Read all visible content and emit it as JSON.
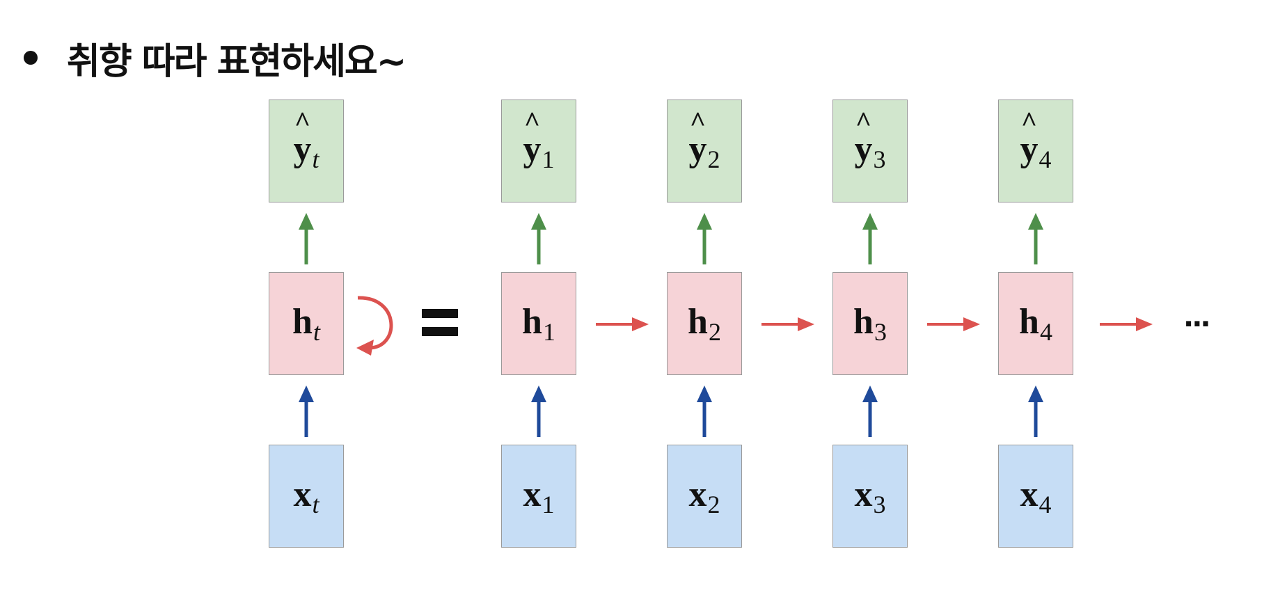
{
  "bullet": {
    "text": "취향 따라 표현하세요~"
  },
  "diagram": {
    "rolled": {
      "output": {
        "base": "y",
        "sub": "t"
      },
      "hidden": {
        "base": "h",
        "sub": "t"
      },
      "input": {
        "base": "x",
        "sub": "t"
      }
    },
    "equals_symbol": "=",
    "unrolled": [
      {
        "output": {
          "base": "y",
          "sub": "1"
        },
        "hidden": {
          "base": "h",
          "sub": "1"
        },
        "input": {
          "base": "x",
          "sub": "1"
        }
      },
      {
        "output": {
          "base": "y",
          "sub": "2"
        },
        "hidden": {
          "base": "h",
          "sub": "2"
        },
        "input": {
          "base": "x",
          "sub": "2"
        }
      },
      {
        "output": {
          "base": "y",
          "sub": "3"
        },
        "hidden": {
          "base": "h",
          "sub": "3"
        },
        "input": {
          "base": "x",
          "sub": "3"
        }
      },
      {
        "output": {
          "base": "y",
          "sub": "4"
        },
        "hidden": {
          "base": "h",
          "sub": "4"
        },
        "input": {
          "base": "x",
          "sub": "4"
        }
      }
    ],
    "continuation": "···",
    "hat_glyph": "^",
    "colors": {
      "output_fill": "#d1e6cd",
      "hidden_fill": "#f6d3d7",
      "input_fill": "#c6ddf5",
      "border": "#9a9a9a",
      "output_arrow": "#4e8f4a",
      "input_arrow": "#1f4a9a",
      "recurrent_arrow": "#dc524f"
    }
  }
}
